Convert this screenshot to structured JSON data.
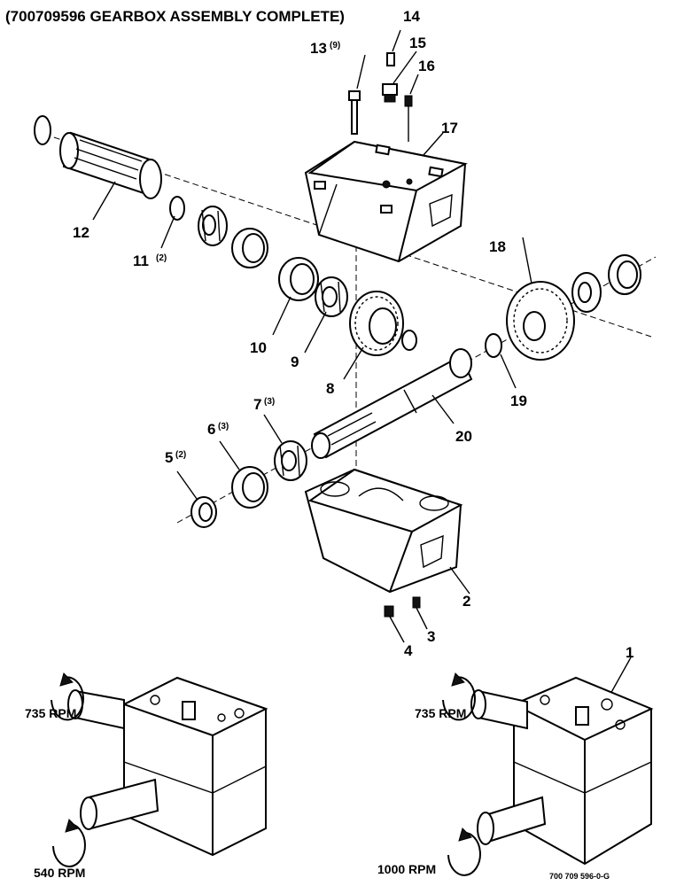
{
  "title": "(700709596 GEARBOX ASSEMBLY COMPLETE)",
  "callouts": [
    {
      "num": "1",
      "qty": ""
    },
    {
      "num": "2",
      "qty": ""
    },
    {
      "num": "3",
      "qty": ""
    },
    {
      "num": "4",
      "qty": ""
    },
    {
      "num": "5",
      "qty": "(2)"
    },
    {
      "num": "6",
      "qty": "(3)"
    },
    {
      "num": "7",
      "qty": "(3)"
    },
    {
      "num": "8",
      "qty": ""
    },
    {
      "num": "9",
      "qty": ""
    },
    {
      "num": "10",
      "qty": ""
    },
    {
      "num": "11",
      "qty": "(2)"
    },
    {
      "num": "12",
      "qty": ""
    },
    {
      "num": "13",
      "qty": "(9)"
    },
    {
      "num": "14",
      "qty": ""
    },
    {
      "num": "15",
      "qty": ""
    },
    {
      "num": "16",
      "qty": ""
    },
    {
      "num": "17",
      "qty": ""
    },
    {
      "num": "18",
      "qty": ""
    },
    {
      "num": "19",
      "qty": ""
    },
    {
      "num": "20",
      "qty": ""
    }
  ],
  "speeds": {
    "left_upper": "735 RPM",
    "left_lower": "540 RPM",
    "right_upper": "735 RPM",
    "right_lower": "1000 RPM"
  },
  "drawing_code": "700 709 596-0-G"
}
